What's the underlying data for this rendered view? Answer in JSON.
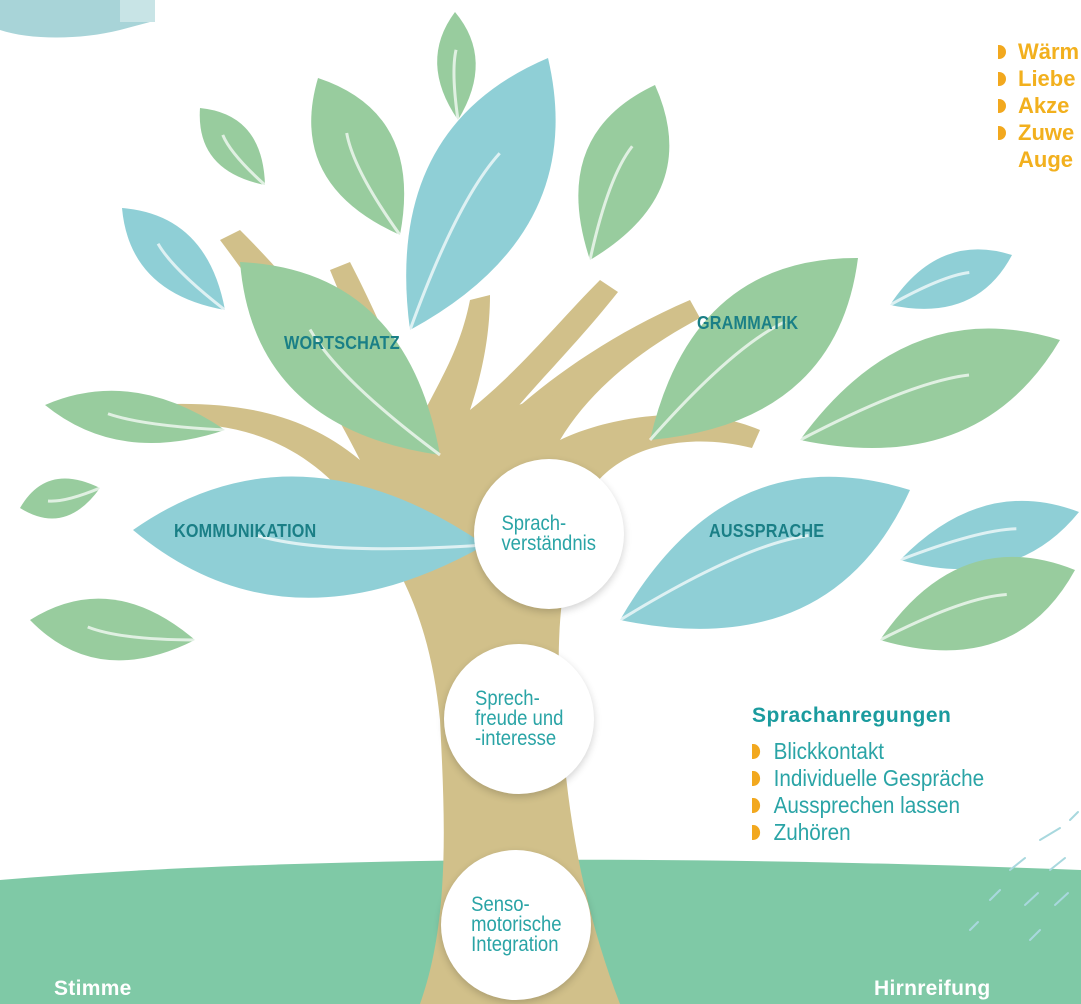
{
  "colors": {
    "leaf_green": "#98cc9e",
    "leaf_blue": "#8fcfd6",
    "trunk": "#d1c08a",
    "ground": "#7fc9a6",
    "label_teal": "#1a7f86",
    "bullet_orange": "#f2a81e"
  },
  "leaves": {
    "wortschatz": "WORTSCHATZ",
    "grammatik": "GRAMMATIK",
    "kommunikation": "KOMMUNIKATION",
    "aussprache": "AUSSPRACHE"
  },
  "circles": {
    "sprachverstaendnis": "Sprach-\nverständnis",
    "sprechfreude": "Sprech-\nfreude und\n-interesse",
    "sensomotorik": "Senso-\nmotorische\nIntegration"
  },
  "top_right_list": [
    "Wärm",
    "Liebe",
    "Akze",
    "Zuwe",
    "Auge"
  ],
  "sprachanregungen": {
    "heading": "Sprachanregungen",
    "items": [
      "Blickkontakt",
      "Individuelle Gespräche",
      "Aussprechen lassen",
      "Zuhören"
    ]
  },
  "bottom": {
    "left": "Stimme",
    "right": "Hirnreifung"
  }
}
